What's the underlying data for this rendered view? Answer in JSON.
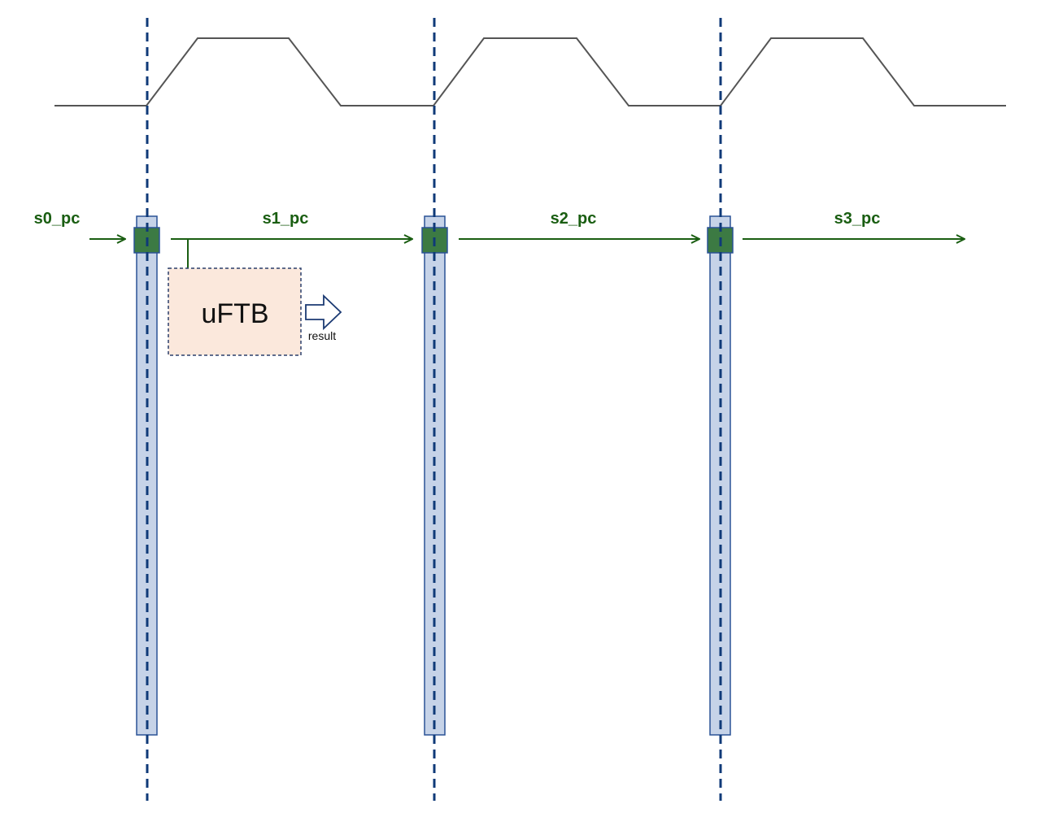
{
  "colors": {
    "clock_line": "#555555",
    "dashed_boundary": "#0f3a78",
    "register_fill": "#c6d3e8",
    "register_stroke": "#2a5296",
    "latch_fill": "#3c7a43",
    "signal_green": "#1a5e12",
    "block_fill": "#fbe8dc",
    "block_stroke": "#2b3f6b",
    "result_arrow_stroke": "#1b3a73"
  },
  "signals": {
    "s0": "s0_pc",
    "s1": "s1_pc",
    "s2": "s2_pc",
    "s3": "s3_pc"
  },
  "block": {
    "label": "uFTB",
    "result_label": "result"
  },
  "icons": {
    "result_arrow": "hollow-right-arrow-icon"
  }
}
